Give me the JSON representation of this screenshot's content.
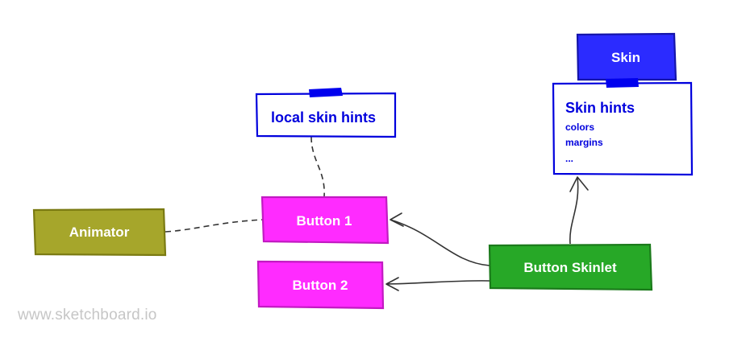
{
  "nodes": {
    "animator": {
      "label": "Animator",
      "fill": "#a6a62b",
      "stroke": "#7a7a12",
      "text_color": "#ffffff"
    },
    "button1": {
      "label": "Button 1",
      "fill": "#ff2bff",
      "stroke": "#c21ac2",
      "text_color": "#ffffff"
    },
    "button2": {
      "label": "Button 2",
      "fill": "#ff2bff",
      "stroke": "#c21ac2",
      "text_color": "#ffffff"
    },
    "local_skin_hints": {
      "label": "local skin hints",
      "fill": "#ffffff",
      "stroke": "#0000dd",
      "text_color": "#0000dd"
    },
    "skin": {
      "label": "Skin",
      "fill": "#2b2bff",
      "stroke": "#1515aa",
      "text_color": "#ffffff"
    },
    "skin_hints": {
      "title": "Skin hints",
      "items": [
        "colors",
        "margins",
        "..."
      ],
      "fill": "#ffffff",
      "stroke": "#0000dd",
      "text_color": "#0000dd"
    },
    "button_skinlet": {
      "label": "Button Skinlet",
      "fill": "#27a827",
      "stroke": "#1b7a1b",
      "text_color": "#ffffff"
    }
  },
  "edges": [
    {
      "from": "animator",
      "to": "button1",
      "style": "dashed"
    },
    {
      "from": "local_skin_hints",
      "to": "button1",
      "style": "dashed"
    },
    {
      "from": "button_skinlet",
      "to": "button1",
      "style": "arrow"
    },
    {
      "from": "button_skinlet",
      "to": "button2",
      "style": "arrow"
    },
    {
      "from": "button_skinlet",
      "to": "skin_hints",
      "style": "arrow"
    },
    {
      "from": "skin",
      "to": "skin_hints",
      "style": "taped"
    }
  ],
  "tape_color": "#0000ee",
  "watermark": "www.sketchboard.io"
}
